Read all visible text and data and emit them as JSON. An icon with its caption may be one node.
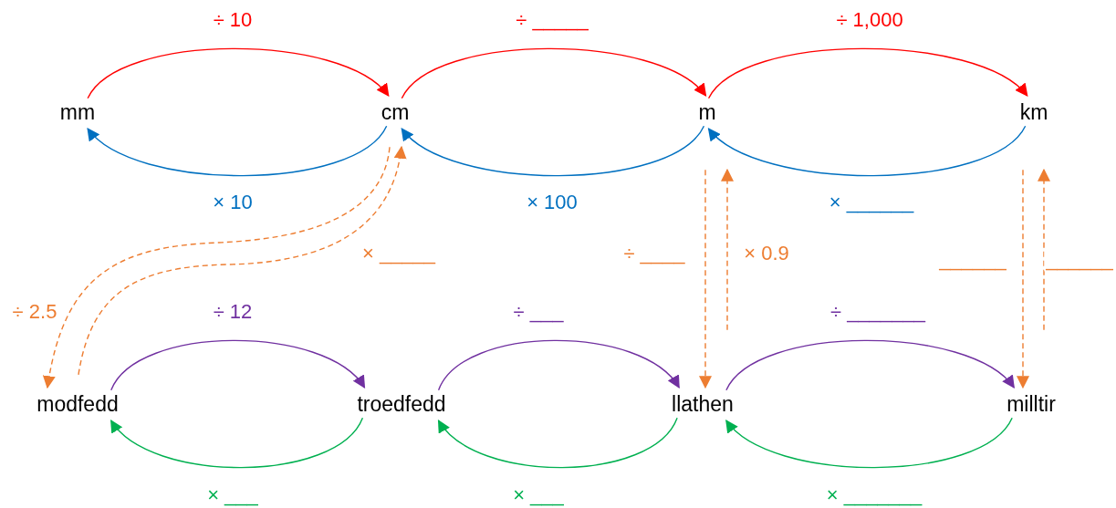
{
  "diagram": {
    "nodes": [
      {
        "text": [
          "mm"
        ]
      },
      {
        "text": [
          "cm"
        ]
      },
      {
        "text": [
          "m"
        ]
      },
      {
        "text": [
          "km"
        ]
      },
      {
        "text": [
          "modfedd"
        ]
      },
      {
        "text": [
          "troedfedd"
        ]
      },
      {
        "text": [
          "llathen"
        ]
      },
      {
        "text": [
          "milltir"
        ]
      }
    ],
    "edges": [
      {
        "from": 0,
        "to": 1,
        "arrow": "to",
        "label": "÷ 10",
        "color": "#ff0000"
      },
      {
        "from": 1,
        "to": 0,
        "arrow": "to",
        "label": "× 10",
        "color": "#0070c0"
      },
      {
        "from": 1,
        "to": 2,
        "arrow": "to",
        "label": "÷ _____",
        "color": "#ff0000"
      },
      {
        "from": 2,
        "to": 1,
        "arrow": "to",
        "label": "× 100",
        "color": "#0070c0"
      },
      {
        "from": 2,
        "to": 3,
        "arrow": "to",
        "label": "÷ 1,000",
        "color": "#ff0000"
      },
      {
        "from": 3,
        "to": 2,
        "arrow": "to",
        "label": "× ______",
        "color": "#0070c0"
      },
      {
        "from": 1,
        "to": 4,
        "arrow": "to",
        "label": "÷ 2.5",
        "style": "dashed"
      },
      {
        "from": 4,
        "to": 1,
        "arrow": "to",
        "label": "× _____",
        "style": "dashed"
      },
      {
        "from": 2,
        "to": 6,
        "arrow": "to",
        "label": "÷ ____",
        "style": "dashed"
      },
      {
        "from": 6,
        "to": 2,
        "arrow": "to",
        "label": "× 0.9",
        "style": "dashed"
      },
      {
        "from": 3,
        "to": 7,
        "arrow": "to",
        "label": "______",
        "style": "dashed"
      },
      {
        "from": 7,
        "to": 3,
        "arrow": "to",
        "label": "______",
        "style": "dashed"
      },
      {
        "from": 4,
        "to": 5,
        "arrow": "to",
        "label": "÷ 12",
        "color": "#7030a0"
      },
      {
        "from": 5,
        "to": 4,
        "arrow": "to",
        "label": "× ___",
        "color": "#00b050"
      },
      {
        "from": 5,
        "to": 6,
        "arrow": "to",
        "label": "÷ ___",
        "color": "#7030a0"
      },
      {
        "from": 6,
        "to": 5,
        "arrow": "to",
        "label": "× ___",
        "color": "#00b050"
      },
      {
        "from": 6,
        "to": 7,
        "arrow": "to",
        "label": "÷ _______",
        "color": "#7030a0"
      },
      {
        "from": 7,
        "to": 6,
        "arrow": "to",
        "label": "× _______",
        "color": "#00b050"
      }
    ]
  }
}
